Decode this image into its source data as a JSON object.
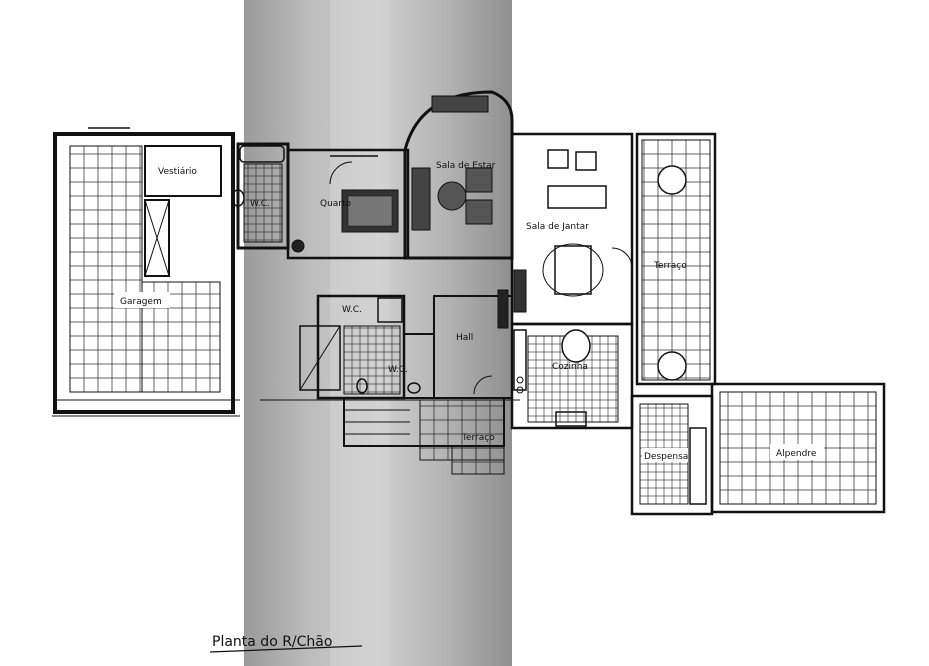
{
  "title": "Planta do R/Chão",
  "rooms": {
    "vestiario": "Vestiário",
    "garagem": "Garagem",
    "wc1": "W.C.",
    "quarto": "Quarto",
    "sala_estar": "Sala de Estar",
    "sala_jantar": "Sala de Jantar",
    "terraco_east": "Terraço",
    "wc2": "W.C.",
    "wc3": "W.C.",
    "hall": "Hall",
    "cozinha": "Cozinha",
    "terraco_south": "Terraço",
    "despensa": "Despensa",
    "alpendre": "Alpendre"
  },
  "colors": {
    "ink": "#111111",
    "cylinder": "#b9b9b9",
    "paper": "#ffffff"
  }
}
